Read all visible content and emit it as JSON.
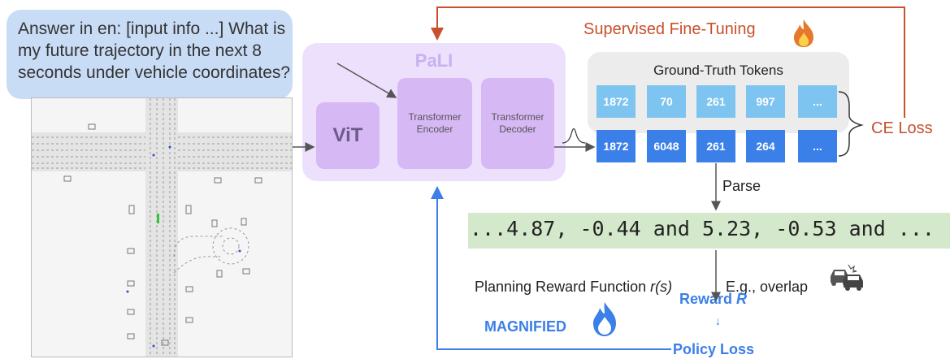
{
  "question": "Answer in en: [input info ...] What is my future trajectory in the next 8 seconds under vehicle coordinates?",
  "pali": {
    "title": "PaLI",
    "vit": "ViT",
    "encoder": "Transformer Encoder",
    "decoder": "Transformer Decoder"
  },
  "ground_truth": {
    "title": "Ground-Truth Tokens",
    "tokens": [
      "1872",
      "70",
      "261",
      "997",
      "..."
    ]
  },
  "predicted_tokens": [
    "1872",
    "6048",
    "261",
    "264",
    "..."
  ],
  "labels": {
    "sft": "Supervised Fine-Tuning",
    "ce_loss": "CE Loss",
    "parse": "Parse",
    "trajectory": "...4.87, -0.44 and 5.23, -0.53 and ...",
    "reward_function": "Planning Reward Function",
    "reward_symbol": "r(s)",
    "example": "E.g., overlap",
    "reward_prefix": "Reward",
    "reward_var": "R",
    "down_arrow": "↓",
    "policy_loss": "Policy Loss",
    "magnified": "MAGNIFIED"
  },
  "colors": {
    "sft_red": "#c8502c",
    "rl_blue": "#3b7fe8",
    "gt_token": "#7ec4f0",
    "pred_token": "#3b7fe8",
    "pali_bg": "#ece0fc",
    "module_bg": "#d6b8f5",
    "question_bg": "#c9dcf5",
    "trajectory_bg": "#d4e8cc"
  },
  "icons": [
    "fire-icon-red",
    "fire-icon-blue",
    "car-collision-icon",
    "bell-curve-icon"
  ]
}
